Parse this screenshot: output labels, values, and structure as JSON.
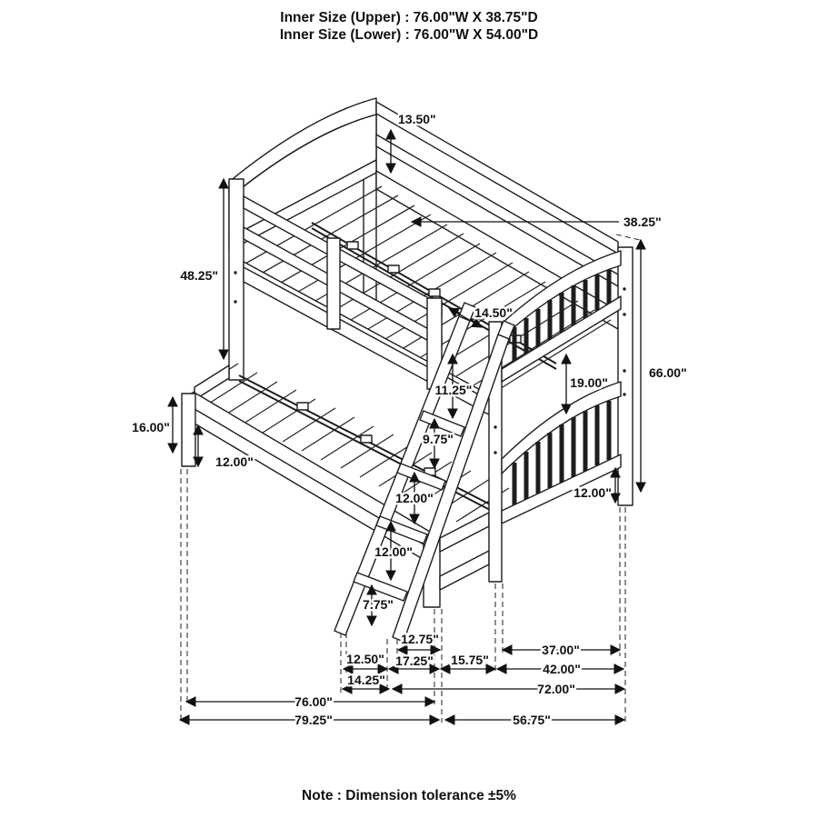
{
  "header": {
    "line1": "Inner Size (Upper) : 76.00\"W X 38.75\"D",
    "line2": "Inner Size (Lower) : 76.00\"W X 54.00\"D"
  },
  "footer": {
    "note": "Note : Dimension tolerance ±5%"
  },
  "colors": {
    "ink": "#1d1d1d",
    "background": "#ffffff"
  },
  "dimensions": {
    "guard_rail_height": "13.50\"",
    "upper_bed_depth": "38.25\"",
    "upper_post_height": "48.25\"",
    "ladder_opening": "14.50\"",
    "rail_to_step": "11.25\"",
    "step_gap": "9.75\"",
    "footboard_gap": "19.00\"",
    "overall_height": "66.00\"",
    "lower_post_height": "16.00\"",
    "lower_rail_height": "12.00\"",
    "ladder_step_spacing_1": "12.00\"",
    "ladder_step_spacing_2": "12.00\"",
    "ladder_bottom_step": "7.75\"",
    "footboard_clearance": "12.00\"",
    "ladder_width": "12.75\"",
    "ladder_foot_offset": "12.50\"",
    "ladder_base_span": "17.25\"",
    "mid_section": "15.75\"",
    "foot_section": "37.00\"",
    "foot_overall": "42.00\"",
    "head_ladder_offset": "14.25\"",
    "lower_frame_span": "72.00\"",
    "inner_width": "76.00\"",
    "overall_width": "79.25\"",
    "right_span": "56.75\""
  }
}
